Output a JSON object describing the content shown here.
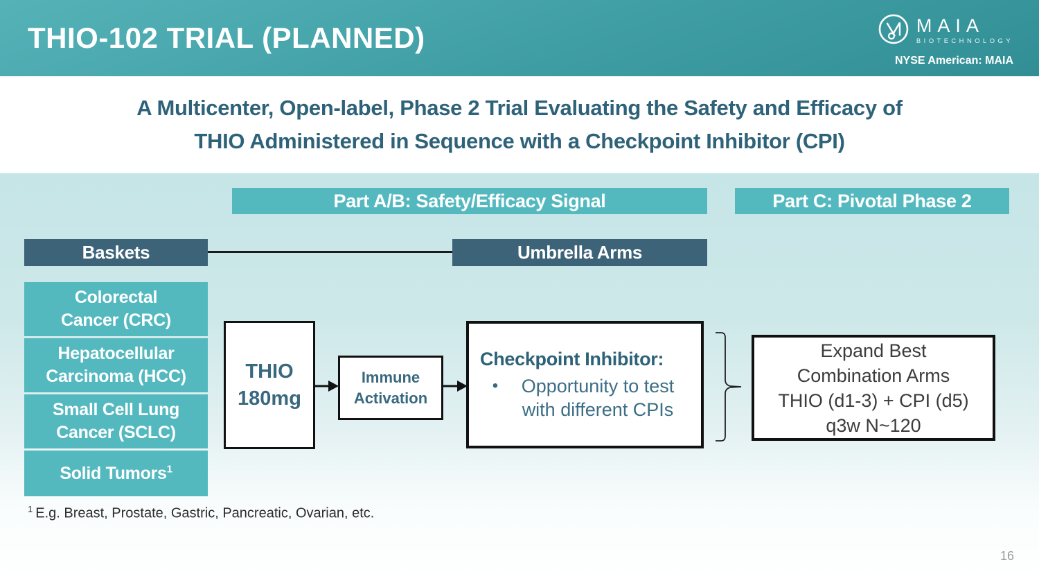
{
  "header": {
    "title": "THIO-102 TRIAL (PLANNED)",
    "logo_text": "MAIA",
    "logo_subtext": "BIOTECHNOLOGY",
    "ticker": "NYSE American: MAIA"
  },
  "subtitle": {
    "line1": "A Multicenter, Open-label, Phase 2 Trial Evaluating the Safety and Efficacy of",
    "line2": "THIO Administered in Sequence with a Checkpoint Inhibitor (CPI)"
  },
  "diagram": {
    "part_ab_label": "Part A/B: Safety/Efficacy Signal",
    "part_c_label": "Part C: Pivotal Phase 2",
    "baskets_header": "Baskets",
    "umbrella_header": "Umbrella Arms",
    "baskets": [
      {
        "lines": [
          "Colorectal",
          "Cancer (CRC)"
        ]
      },
      {
        "lines": [
          "Hepatocellular",
          "Carcinoma (HCC)"
        ]
      },
      {
        "lines": [
          "Small Cell Lung",
          "Cancer (SCLC)"
        ]
      },
      {
        "lines": [
          "Solid Tumors"
        ],
        "sup": "1"
      }
    ],
    "thio_box": {
      "line1": "THIO",
      "line2": "180mg"
    },
    "immune_box": {
      "line1": "Immune",
      "line2": "Activation"
    },
    "checkpoint_box": {
      "title": "Checkpoint Inhibitor:",
      "bullet_glyph": "•",
      "bullet": "Opportunity to test with different CPIs"
    },
    "expand_box": {
      "lines": [
        "Expand Best",
        "Combination Arms",
        "THIO (d1-3) + CPI (d5)",
        "q3w N~120"
      ]
    }
  },
  "footnote": {
    "sup": "1",
    "text": "E.g. Breast, Prostate, Gastric, Pancreatic, Ovarian, etc."
  },
  "page_number": "16",
  "colors": {
    "header_teal_top": "#55b3b8",
    "header_teal_bottom": "#318e95",
    "band_teal": "#54b9bf",
    "dark_slate": "#3d6378",
    "content_bg_top": "#c6e5e7",
    "text_slate": "#2e6279",
    "box_border": "#111111"
  }
}
